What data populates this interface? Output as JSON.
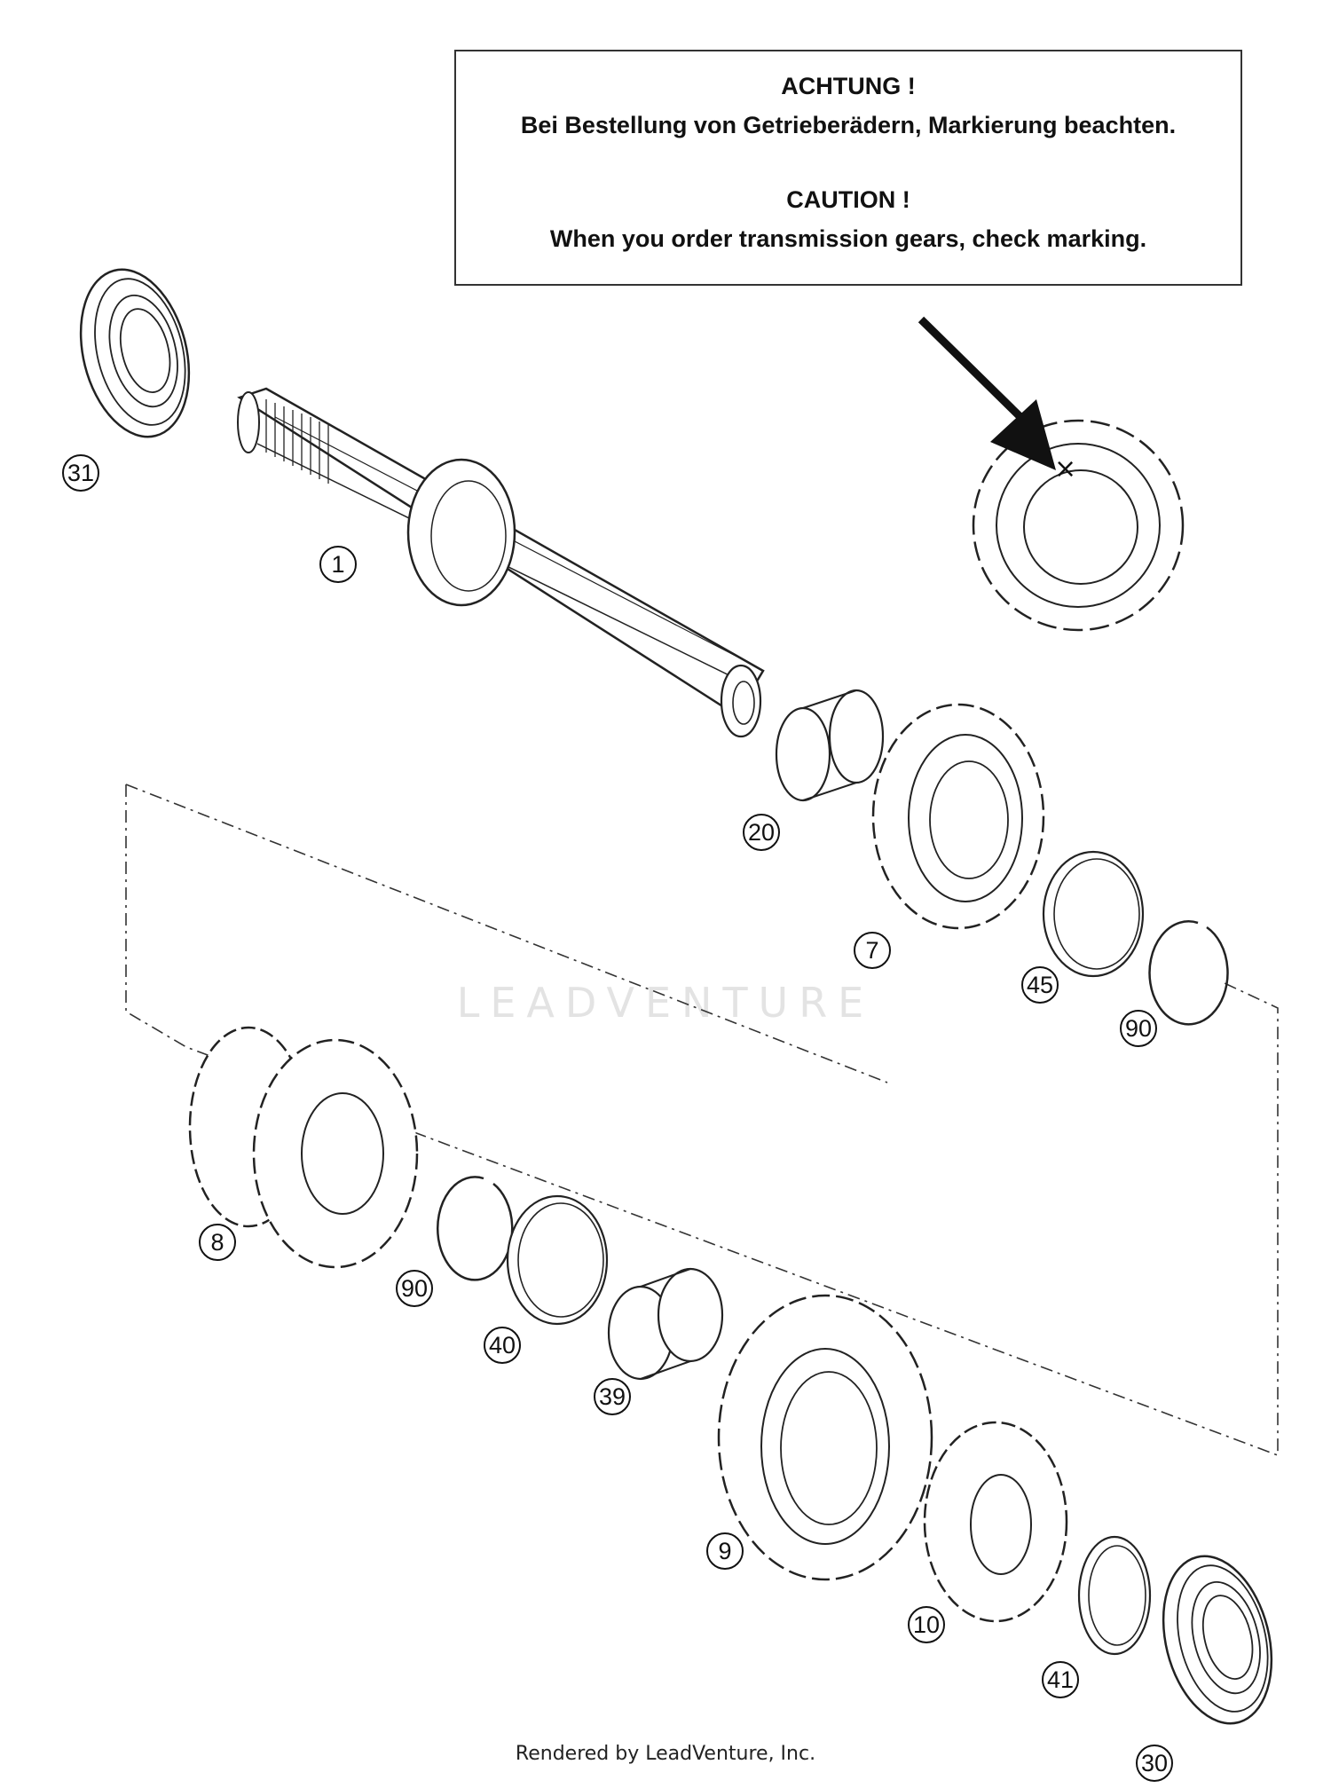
{
  "notice": {
    "de_title": "ACHTUNG !",
    "de_text": "Bei Bestellung von Getrieberädern, Markierung beachten.",
    "en_title": "CAUTION !",
    "en_text": "When you order transmission gears, check marking."
  },
  "callouts": [
    {
      "id": "31",
      "part": "bearing-left"
    },
    {
      "id": "1",
      "part": "main-shaft"
    },
    {
      "id": "20",
      "part": "bushing"
    },
    {
      "id": "7",
      "part": "gear"
    },
    {
      "id": "45",
      "part": "thrust-washer"
    },
    {
      "id": "90",
      "part": "circlip"
    },
    {
      "id": "8",
      "part": "double-gear"
    },
    {
      "id": "90",
      "part": "circlip"
    },
    {
      "id": "40",
      "part": "thrust-washer"
    },
    {
      "id": "39",
      "part": "bushing"
    },
    {
      "id": "9",
      "part": "gear"
    },
    {
      "id": "10",
      "part": "gear"
    },
    {
      "id": "41",
      "part": "thrust-washer"
    },
    {
      "id": "30",
      "part": "bearing-right"
    }
  ],
  "watermark": "LEADVENTURE",
  "footer": "Rendered by LeadVenture, Inc."
}
